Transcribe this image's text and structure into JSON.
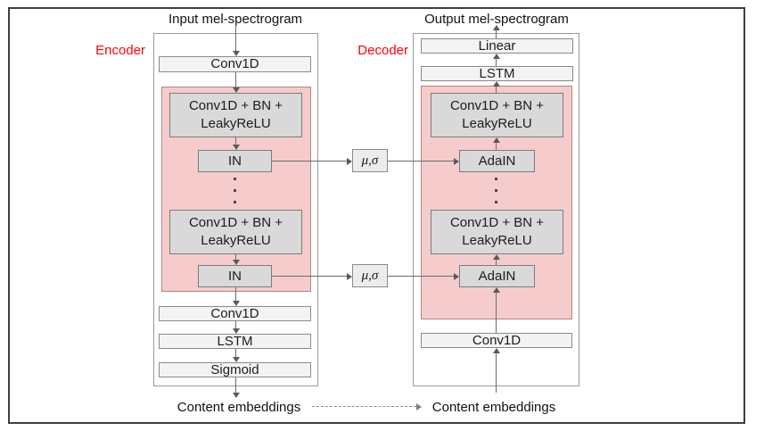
{
  "palette": {
    "highlight_red": "#fe0202",
    "residual_panel_pink": "#f5cccb",
    "inner_block_gray": "#d9d9d9",
    "outer_block_light": "#f3f3f3"
  },
  "encoder": {
    "side_label": "Encoder",
    "title": "Input mel-spectrogram",
    "blocks": {
      "conv_top": "Conv1D",
      "conv_bn_1": "Conv1D + BN + LeakyReLU",
      "in_1": "IN",
      "conv_bn_2": "Conv1D + BN + LeakyReLU",
      "in_2": "IN",
      "conv_bottom": "Conv1D",
      "lstm": "LSTM",
      "sigmoid": "Sigmoid"
    },
    "output_label": "Content embeddings"
  },
  "decoder": {
    "side_label": "Decoder",
    "title": "Output mel-spectrogram",
    "blocks": {
      "linear": "Linear",
      "lstm": "LSTM",
      "conv_bn_1": "Conv1D + BN + LeakyReLU",
      "adain_1": "AdaIN",
      "conv_bn_2": "Conv1D + BN + LeakyReLU",
      "adain_2": "AdaIN",
      "conv_bottom": "Conv1D"
    },
    "input_label": "Content embeddings"
  },
  "stats": {
    "mu_sigma": "μ,σ"
  }
}
